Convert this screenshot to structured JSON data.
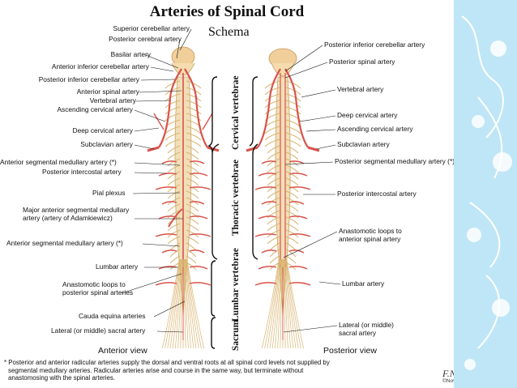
{
  "title": "Arteries of Spinal Cord",
  "subtitle": "Schema",
  "regions": {
    "cervical": "Cervical vertebrae",
    "thoracic": "Thoracic vertebrae",
    "lumbar": "Lumbar vertebrae",
    "sacrum": "Sacrum"
  },
  "left_labels": [
    "Superior cerebellar artery",
    "Posterior cerebral artery",
    "Basilar artery",
    "Anterior inferior cerebellar artery",
    "Posterior inferior cerebellar artery",
    "Anterior spinal artery",
    "Vertebral artery",
    "Ascending cervical artery",
    "Deep cervical artery",
    "Subclavian artery",
    "Anterior segmental medullary artery (*)",
    "Posterior intercostal artery",
    "Pial plexus",
    "Major anterior segmental medullary",
    "artery (artery of Adamkiewicz)",
    "Anterior segmental medullary artery (*)",
    "Lumbar artery",
    "Anastomotic loops to",
    "posterior spinal arteries",
    "Cauda equina arteries",
    "Lateral (or middle) sacral artery"
  ],
  "right_labels": [
    "Posterior inferior cerebellar artery",
    "Posterior spinal artery",
    "Vertebral artery",
    "Deep cervical artery",
    "Ascending cervical artery",
    "Subclavian artery",
    "Posterior segmental medullary artery (*)",
    "Posterior intercostal artery",
    "Anastomotic loops to",
    "anterior spinal artery",
    "Lumbar artery",
    "Lateral (or middle)",
    "sacral artery"
  ],
  "views": {
    "anterior": "Anterior view",
    "posterior": "Posterior view"
  },
  "footnote": [
    "* Posterior and anterior radicular arteries supply the dorsal and ventral roots at all spinal cord levels not supplied by",
    "segmental medullary arteries. Radicular arteries arise and course in the same way, but terminate without",
    "anastomosing with the spinal arteries."
  ],
  "signature": "F.Netter",
  "copyright": "©Novartis",
  "colors": {
    "artery": "#d9534a",
    "artery_dark": "#b8352e",
    "cord": "#f1dfb8",
    "cord_edge": "#c9a46a",
    "nerve": "#d9b572",
    "decor_bg": "#bfe6f6",
    "decor_flower": "#ffffff"
  }
}
